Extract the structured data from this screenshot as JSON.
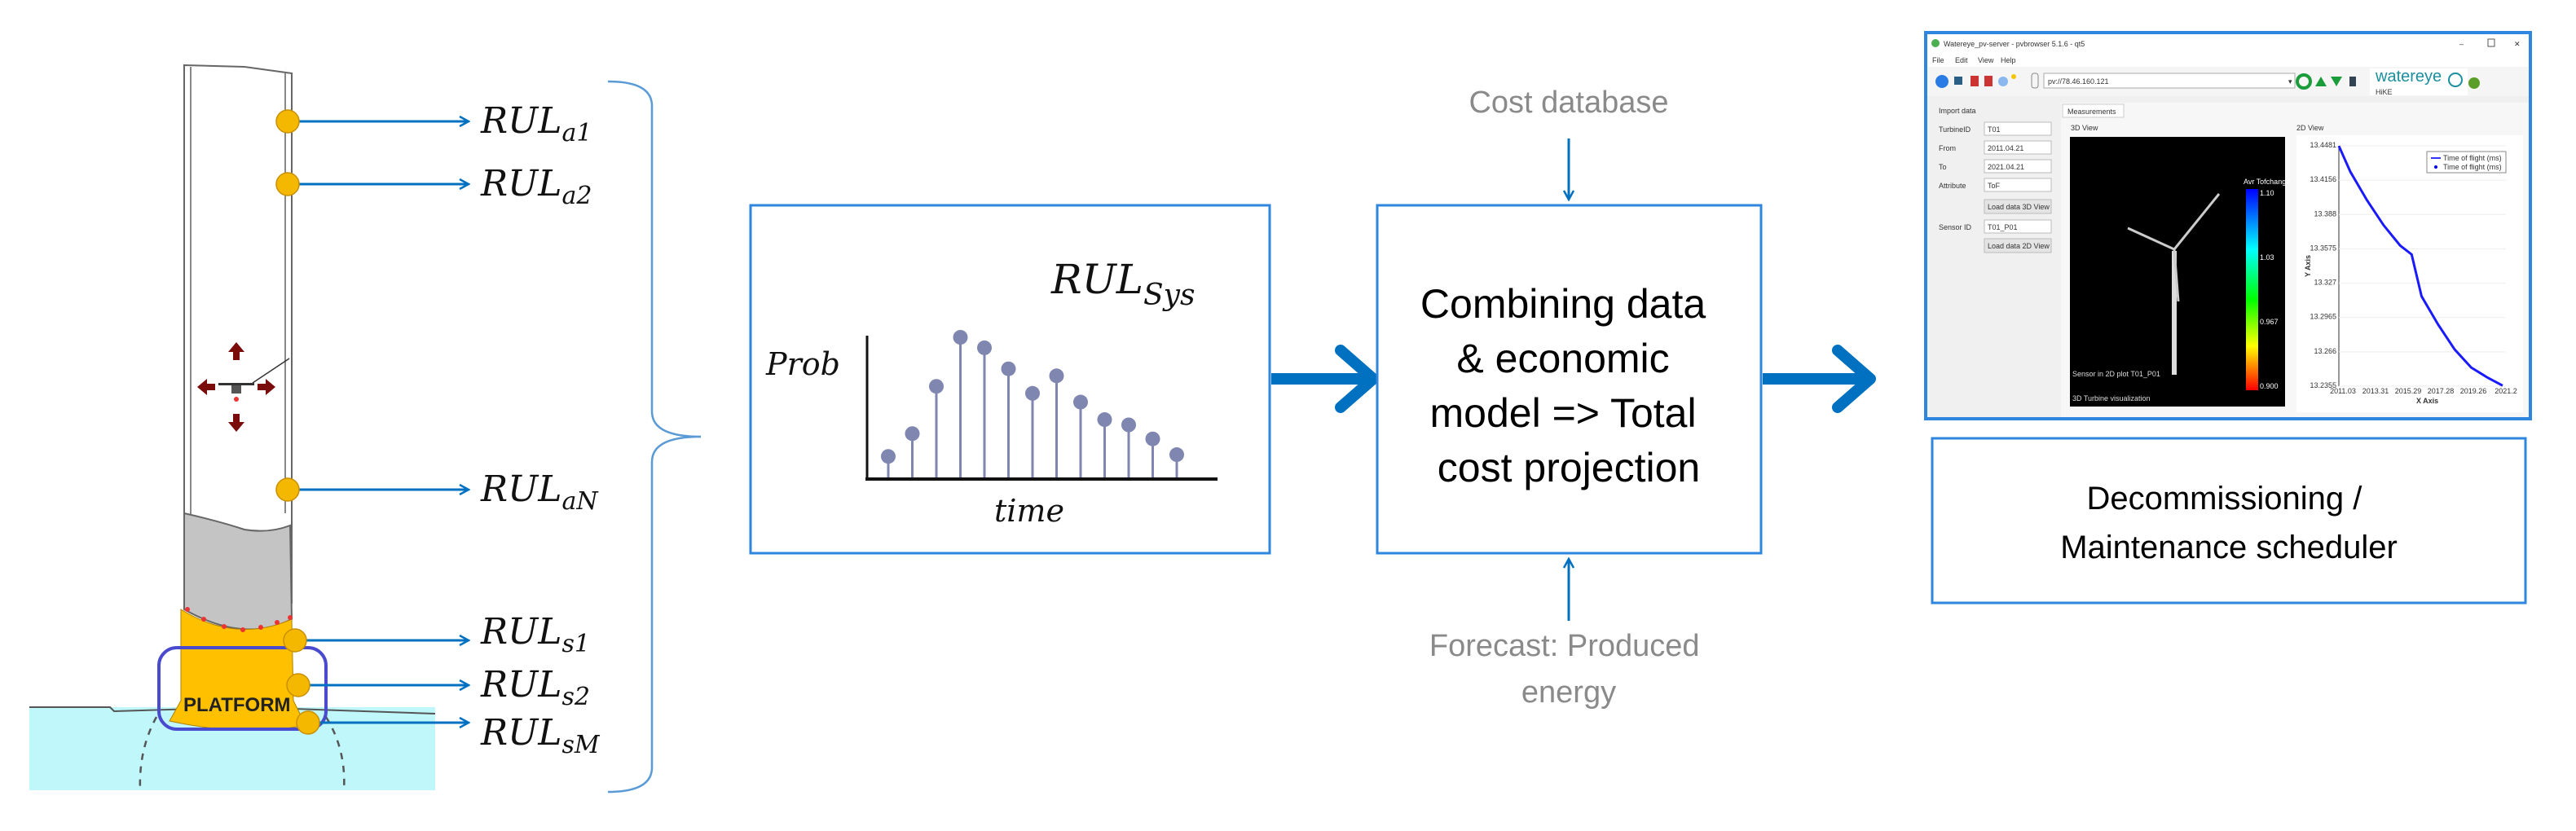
{
  "colors": {
    "arrow_blue": "#0070C0",
    "box_border": "#2E86DE",
    "stem": "#7F86B0",
    "sensor_dot": "#F5B800",
    "platform": "#FFC000",
    "water": "#BFF7FB",
    "platform_outline": "#4A4ACF"
  },
  "tower": {
    "platform_label": "PLATFORM",
    "sensors": [
      {
        "base": "RUL",
        "sub": "a1"
      },
      {
        "base": "RUL",
        "sub": "a2"
      },
      {
        "base": "RUL",
        "sub": "aN"
      },
      {
        "base": "RUL",
        "sub": "s1"
      },
      {
        "base": "RUL",
        "sub": "s2"
      },
      {
        "base": "RUL",
        "sub": "sM"
      }
    ]
  },
  "rul_box": {
    "title_base": "RUL",
    "title_sub": "Sys",
    "ylabel": "Prob",
    "xlabel": "time"
  },
  "chart_data": {
    "type": "stem",
    "xlabel": "time",
    "ylabel": "Prob",
    "values": [
      0.12,
      0.25,
      0.52,
      0.8,
      0.74,
      0.62,
      0.48,
      0.58,
      0.43,
      0.33,
      0.3,
      0.22,
      0.13
    ]
  },
  "combine_box": {
    "lines": [
      "Combining data",
      "& economic",
      "model => Total",
      "cost projection"
    ]
  },
  "inputs": {
    "top": "Cost database",
    "bottom_lines": [
      "Forecast: Produced",
      "energy"
    ]
  },
  "scheduler_box": {
    "lines": [
      "Decommissioning /",
      "Maintenance scheduler"
    ]
  },
  "app": {
    "title": "Watereye_pv-server - pvbrowser 5.1.6 - qt5",
    "menu": [
      "File",
      "Edit",
      "View",
      "Help"
    ],
    "url": "pv://78.46.160.121",
    "logo": "watereye",
    "logo_sub": "HiKE",
    "panel_title": "Import data",
    "fields": [
      {
        "label": "TurbineID",
        "value": "T01"
      },
      {
        "label": "From",
        "value": "2011.04.21"
      },
      {
        "label": "To",
        "value": "2021.04.21"
      },
      {
        "label": "Attribute",
        "value": "ToF"
      }
    ],
    "load3d": "Load data 3D View",
    "sensor_field": {
      "label": "Sensor ID",
      "value": "T01_P01"
    },
    "load2d": "Load data 2D View",
    "tab": "Measurements",
    "view3d_title": "3D View",
    "view2d_title": "2D View",
    "colorbar_title": "Avr Tofchange",
    "colorbar_ticks": [
      "1.10",
      "1.03",
      "0.967",
      "0.900"
    ],
    "sensor_caption": "Sensor in 2D plot T01_P01",
    "viz_caption": "3D Turbine visualization",
    "plot": {
      "legend": [
        "Time of flight (ms)",
        "Time of flight (ms)"
      ],
      "yticks": [
        "13.4481",
        "13.4156",
        "13.388",
        "13.3575",
        "13.327",
        "13.2965",
        "13.266",
        "13.2355"
      ],
      "xticks": [
        "2011.03",
        "2013.31",
        "2015.29",
        "2017.28",
        "2019.26",
        "2021.2"
      ],
      "xlabel": "X Axis",
      "ylabel": "Y Axis",
      "xlim": [
        2011.3,
        2021.3
      ],
      "ylim": [
        13.2355,
        13.4481
      ],
      "points": [
        [
          2011.3,
          13.448
        ],
        [
          2012.0,
          13.425
        ],
        [
          2013.0,
          13.4
        ],
        [
          2014.0,
          13.378
        ],
        [
          2015.0,
          13.36
        ],
        [
          2015.7,
          13.352
        ],
        [
          2016.3,
          13.315
        ],
        [
          2017.3,
          13.29
        ],
        [
          2018.3,
          13.268
        ],
        [
          2019.3,
          13.252
        ],
        [
          2020.3,
          13.243
        ],
        [
          2021.2,
          13.236
        ]
      ]
    }
  }
}
